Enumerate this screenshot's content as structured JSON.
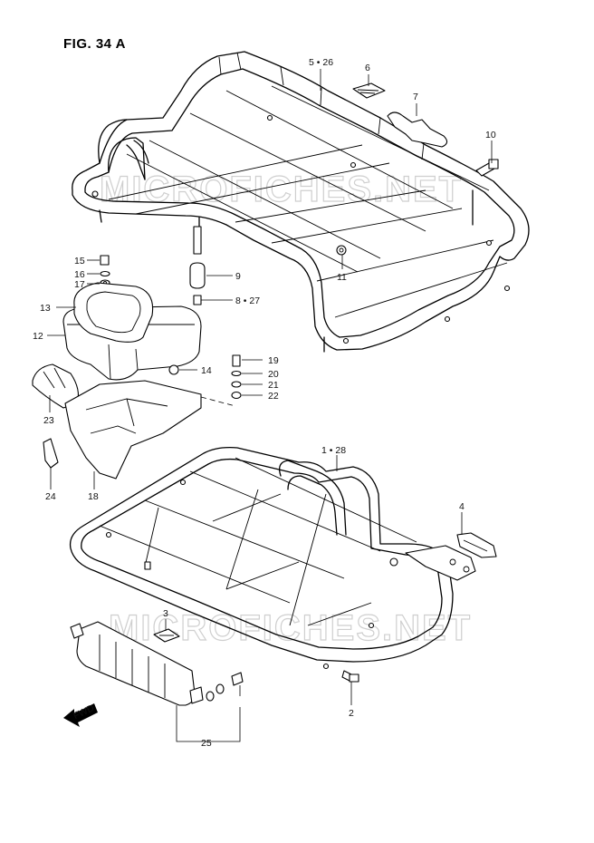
{
  "figure": {
    "title": "FIG. 34 A"
  },
  "watermark": {
    "text_upper": "MICROFICHES.NET",
    "text_lower": "MICROFICHES.NET"
  },
  "labels": {
    "l_5_26": "5 • 26",
    "l_6": "6",
    "l_7": "7",
    "l_10": "10",
    "l_11": "11",
    "l_9": "9",
    "l_8_27": "8 • 27",
    "l_15": "15",
    "l_16": "16",
    "l_17": "17",
    "l_13": "13",
    "l_12": "12",
    "l_14": "14",
    "l_19": "19",
    "l_20": "20",
    "l_21": "21",
    "l_22": "22",
    "l_23": "23",
    "l_24": "24",
    "l_18": "18",
    "l_1_28": "1 • 28",
    "l_4": "4",
    "l_3": "3",
    "l_2": "2",
    "l_25": "25",
    "fwd": "FWD"
  }
}
